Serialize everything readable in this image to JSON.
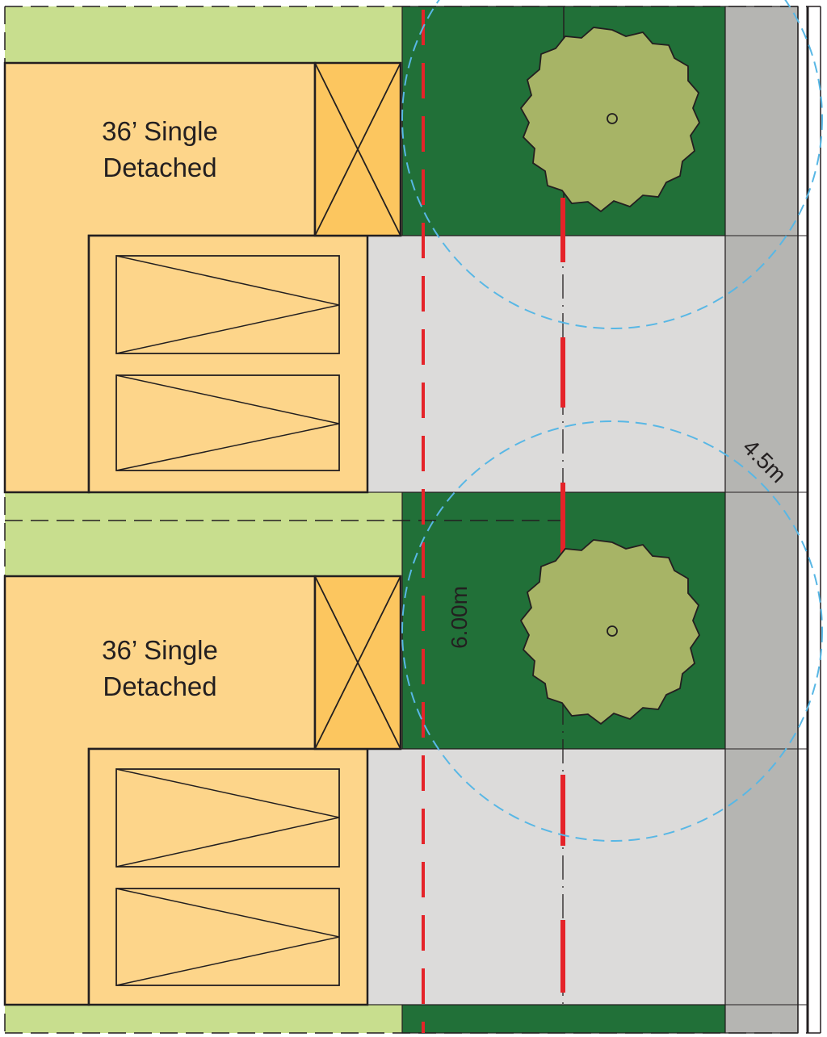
{
  "lots": [
    {
      "house_label_line1": "36’ Single",
      "house_label_line2": "Detached"
    },
    {
      "house_label_line1": "36’ Single",
      "house_label_line2": "Detached"
    }
  ],
  "dimensions": {
    "setback": "6.00m",
    "tree_radius": "4.5m"
  },
  "colors": {
    "house": "#fdd58a",
    "porch": "#fcc65f",
    "lawn": "#c8de8e",
    "boulevard": "#217038",
    "driveway": "#dcdbda",
    "sidewalk": "#b5b5b2",
    "tree": "#a7b466",
    "property_line": "#e52329",
    "tree_radius_circle": "#58b7e5",
    "outline": "#231f20"
  },
  "icons": [
    "tree-icon",
    "garage-parking-symbol",
    "porch-symbol"
  ]
}
